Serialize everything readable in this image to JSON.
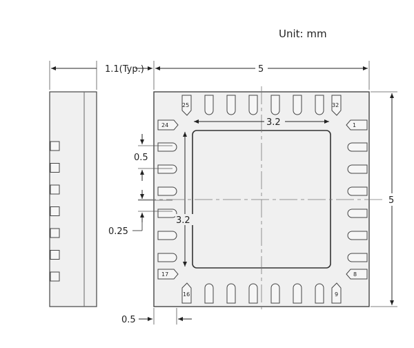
{
  "unit_label": "Unit:  mm",
  "dims": {
    "side_thickness": "1.1(Typ.)",
    "body_width": "5",
    "body_height": "5",
    "pad_width": "3.2",
    "pad_height": "3.2",
    "pin_pitch": "0.5",
    "pin_width": "0.25",
    "pin_length": "0.5"
  },
  "pin_numbers": {
    "p1": "1",
    "p8": "8",
    "p9": "9",
    "p16": "16",
    "p17": "17",
    "p24": "24",
    "p25": "25",
    "p32": "32"
  }
}
